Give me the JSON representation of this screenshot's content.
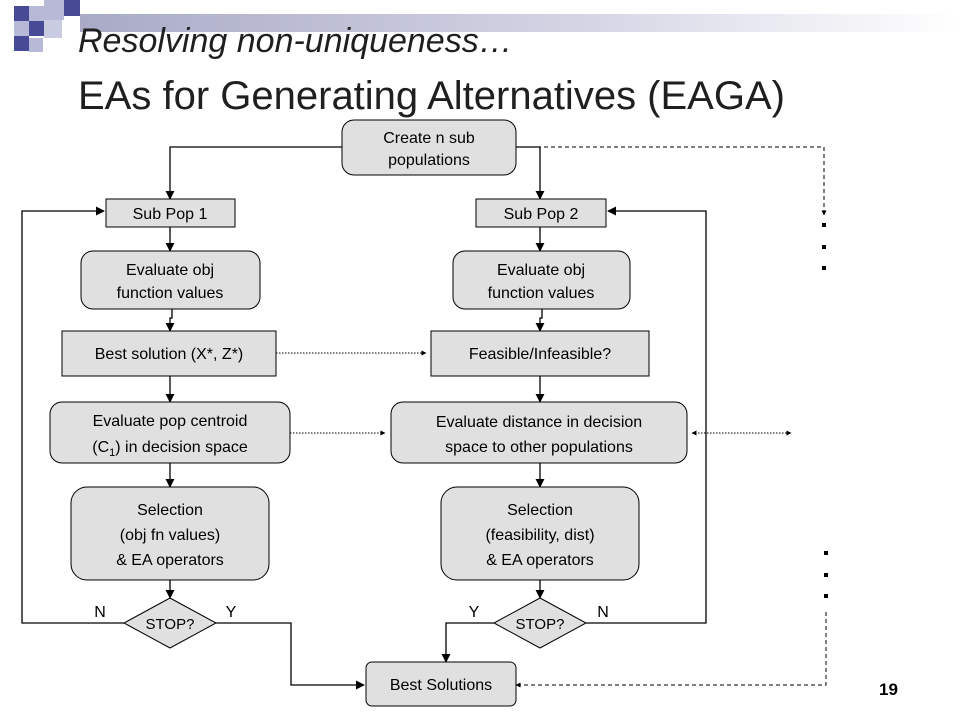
{
  "slide": {
    "title_line1": "Resolving non-uniqueness…",
    "title_line2": "EAs for Generating Alternatives (EAGA)",
    "page_number": "19"
  },
  "colors": {
    "box_fill": "#e0e0e0",
    "box_stroke": "#000000",
    "deco_dark": "#474b95",
    "deco_light": "#b7b9d6",
    "title_bar": "#c4c5da"
  },
  "nodes": {
    "create": [
      "Create n sub",
      "populations"
    ],
    "subpop1": "Sub Pop 1",
    "subpop2": "Sub Pop 2",
    "eval1": [
      "Evaluate obj",
      "function values"
    ],
    "eval2": [
      "Evaluate obj",
      "function values"
    ],
    "best": "Best solution (X*, Z*)",
    "feasible": "Feasible/Infeasible?",
    "centroid_line1": "Evaluate pop centroid",
    "centroid_line2_pre": "(C",
    "centroid_line2_sub": "1",
    "centroid_line2_post": ") in decision space",
    "distance": [
      "Evaluate distance in decision",
      "space to other populations"
    ],
    "select1": [
      "Selection",
      "(obj fn values)",
      "& EA operators"
    ],
    "select2": [
      "Selection",
      "(feasibility, dist)",
      "& EA operators"
    ],
    "stop1": "STOP?",
    "stop2": "STOP?",
    "best_solutions": "Best Solutions"
  },
  "edge_labels": {
    "stop1_no": "N",
    "stop1_yes": "Y",
    "stop2_yes": "Y",
    "stop2_no": "N"
  }
}
